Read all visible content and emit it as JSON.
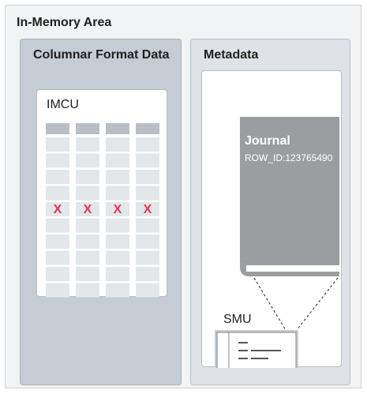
{
  "in_memory_area": {
    "title": "In-Memory Area"
  },
  "columnar": {
    "title": "Columnar Format Data",
    "imcu_label": "IMCU",
    "column_count": 4,
    "row_count": 11,
    "marked_row_index": 4,
    "mark_glyph": "X",
    "colors": {
      "header": "#b9bfc4",
      "cell": "#e4e7ea",
      "mark": "#e8334a"
    }
  },
  "metadata": {
    "title": "Metadata",
    "journal": {
      "title": "Journal",
      "row_id": "ROW_ID:123765490",
      "color": "#9b9ea1"
    },
    "smu_label": "SMU",
    "icons": [
      "book-icon",
      "smu-document-icon"
    ]
  }
}
